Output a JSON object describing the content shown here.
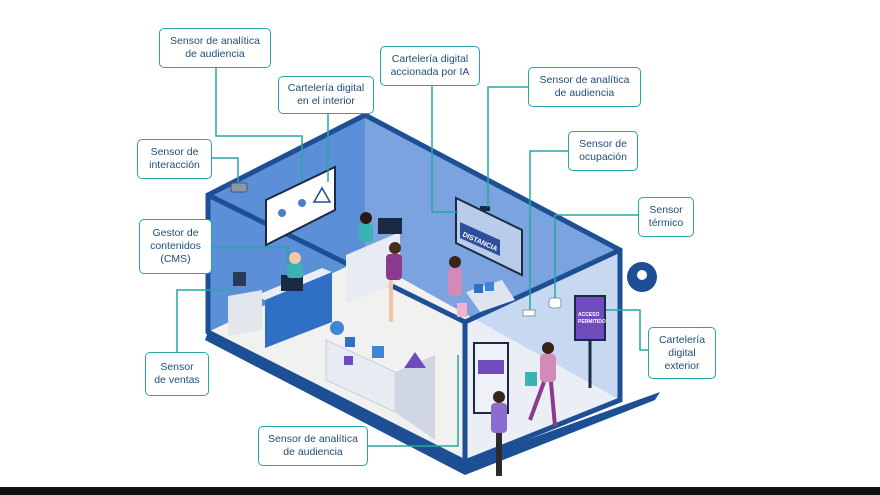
{
  "colors": {
    "accent": "#27a6a6",
    "text": "#1e4e79",
    "wall_back": "#5b8fd8",
    "wall_front": "#1d4f95",
    "floor": "#f1f1ef"
  },
  "icons": [
    "location-pin-icon",
    "warning-icon"
  ],
  "callouts": {
    "audience_sensor_top": [
      "Sensor de analítica",
      "de audiencia"
    ],
    "indoor_signage": [
      "Cartelería digital",
      "en el interior"
    ],
    "ai_signage": [
      "Cartelería digital",
      "accionada por IA"
    ],
    "audience_sensor_right": [
      "Sensor de analítica",
      "de audiencia"
    ],
    "interaction_sensor": [
      "Sensor de",
      "interacción"
    ],
    "occupancy_sensor": [
      "Sensor de",
      "ocupación"
    ],
    "thermal_sensor": [
      "Sensor",
      "térmico"
    ],
    "cms": [
      "Gestor de",
      "contenidos",
      "(CMS)"
    ],
    "sales_sensor": [
      "Sensor",
      "de ventas"
    ],
    "outdoor_signage": [
      "Cartelería",
      "digital",
      "exterior"
    ],
    "audience_sensor_bottom": [
      "Sensor de analítica",
      "de audiencia"
    ]
  },
  "screen_text": {
    "ai_screen": [
      "DISTANCIA"
    ],
    "outdoor_screen": [
      "ACCESO",
      "PERMITIDO"
    ]
  }
}
